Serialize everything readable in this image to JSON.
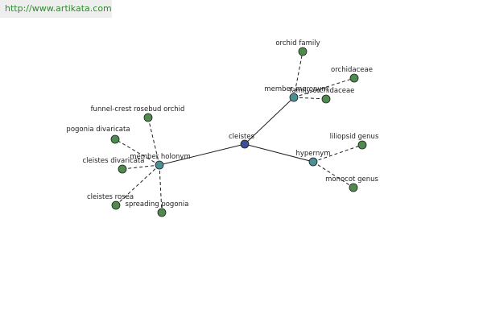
{
  "banner": {
    "url": "http://www.artikata.com"
  },
  "colors": {
    "root": "#3c4e96",
    "relation": "#4a8f93",
    "leaf": "#4f8a4f",
    "edge": "#1f1f1f",
    "banner_text": "#2e8b2e"
  },
  "graph": {
    "nodes": [
      {
        "id": "cleistes",
        "label": "cleistes",
        "kind": "root"
      },
      {
        "id": "member-holonym",
        "label": "member holonym",
        "kind": "relation"
      },
      {
        "id": "member-meronym",
        "label": "member meronym",
        "kind": "relation"
      },
      {
        "id": "hypernym",
        "label": "hypernym",
        "kind": "relation"
      },
      {
        "id": "orchid-family",
        "label": "orchid family",
        "kind": "leaf"
      },
      {
        "id": "orchidaceae",
        "label": "orchidaceae",
        "kind": "leaf"
      },
      {
        "id": "family-orchidaceae",
        "label": "family orchidaceae",
        "kind": "leaf"
      },
      {
        "id": "liliopsid-genus",
        "label": "liliopsid genus",
        "kind": "leaf"
      },
      {
        "id": "monocot-genus",
        "label": "monocot genus",
        "kind": "leaf"
      },
      {
        "id": "funnel-crest-rosebud-orchid",
        "label": "funnel-crest rosebud orchid",
        "kind": "leaf"
      },
      {
        "id": "pogonia-divaricata",
        "label": "pogonia divaricata",
        "kind": "leaf"
      },
      {
        "id": "cleistes-divaricata",
        "label": "cleistes divaricata",
        "kind": "leaf"
      },
      {
        "id": "cleistes-rosea",
        "label": "cleistes rosea",
        "kind": "leaf"
      },
      {
        "id": "spreading-pogonia",
        "label": "spreading pogonia",
        "kind": "leaf"
      }
    ],
    "edges": [
      {
        "from": "cleistes",
        "to": "member-holonym",
        "style": "solid"
      },
      {
        "from": "cleistes",
        "to": "member-meronym",
        "style": "solid"
      },
      {
        "from": "cleistes",
        "to": "hypernym",
        "style": "solid"
      },
      {
        "from": "member-meronym",
        "to": "orchid-family",
        "style": "dashed"
      },
      {
        "from": "member-meronym",
        "to": "orchidaceae",
        "style": "dashed"
      },
      {
        "from": "member-meronym",
        "to": "family-orchidaceae",
        "style": "dashed"
      },
      {
        "from": "hypernym",
        "to": "liliopsid-genus",
        "style": "dashed"
      },
      {
        "from": "hypernym",
        "to": "monocot-genus",
        "style": "dashed"
      },
      {
        "from": "member-holonym",
        "to": "funnel-crest-rosebud-orchid",
        "style": "dashed"
      },
      {
        "from": "member-holonym",
        "to": "pogonia-divaricata",
        "style": "dashed"
      },
      {
        "from": "member-holonym",
        "to": "cleistes-divaricata",
        "style": "dashed"
      },
      {
        "from": "member-holonym",
        "to": "cleistes-rosea",
        "style": "dashed"
      },
      {
        "from": "member-holonym",
        "to": "spreading-pogonia",
        "style": "dashed"
      }
    ]
  }
}
